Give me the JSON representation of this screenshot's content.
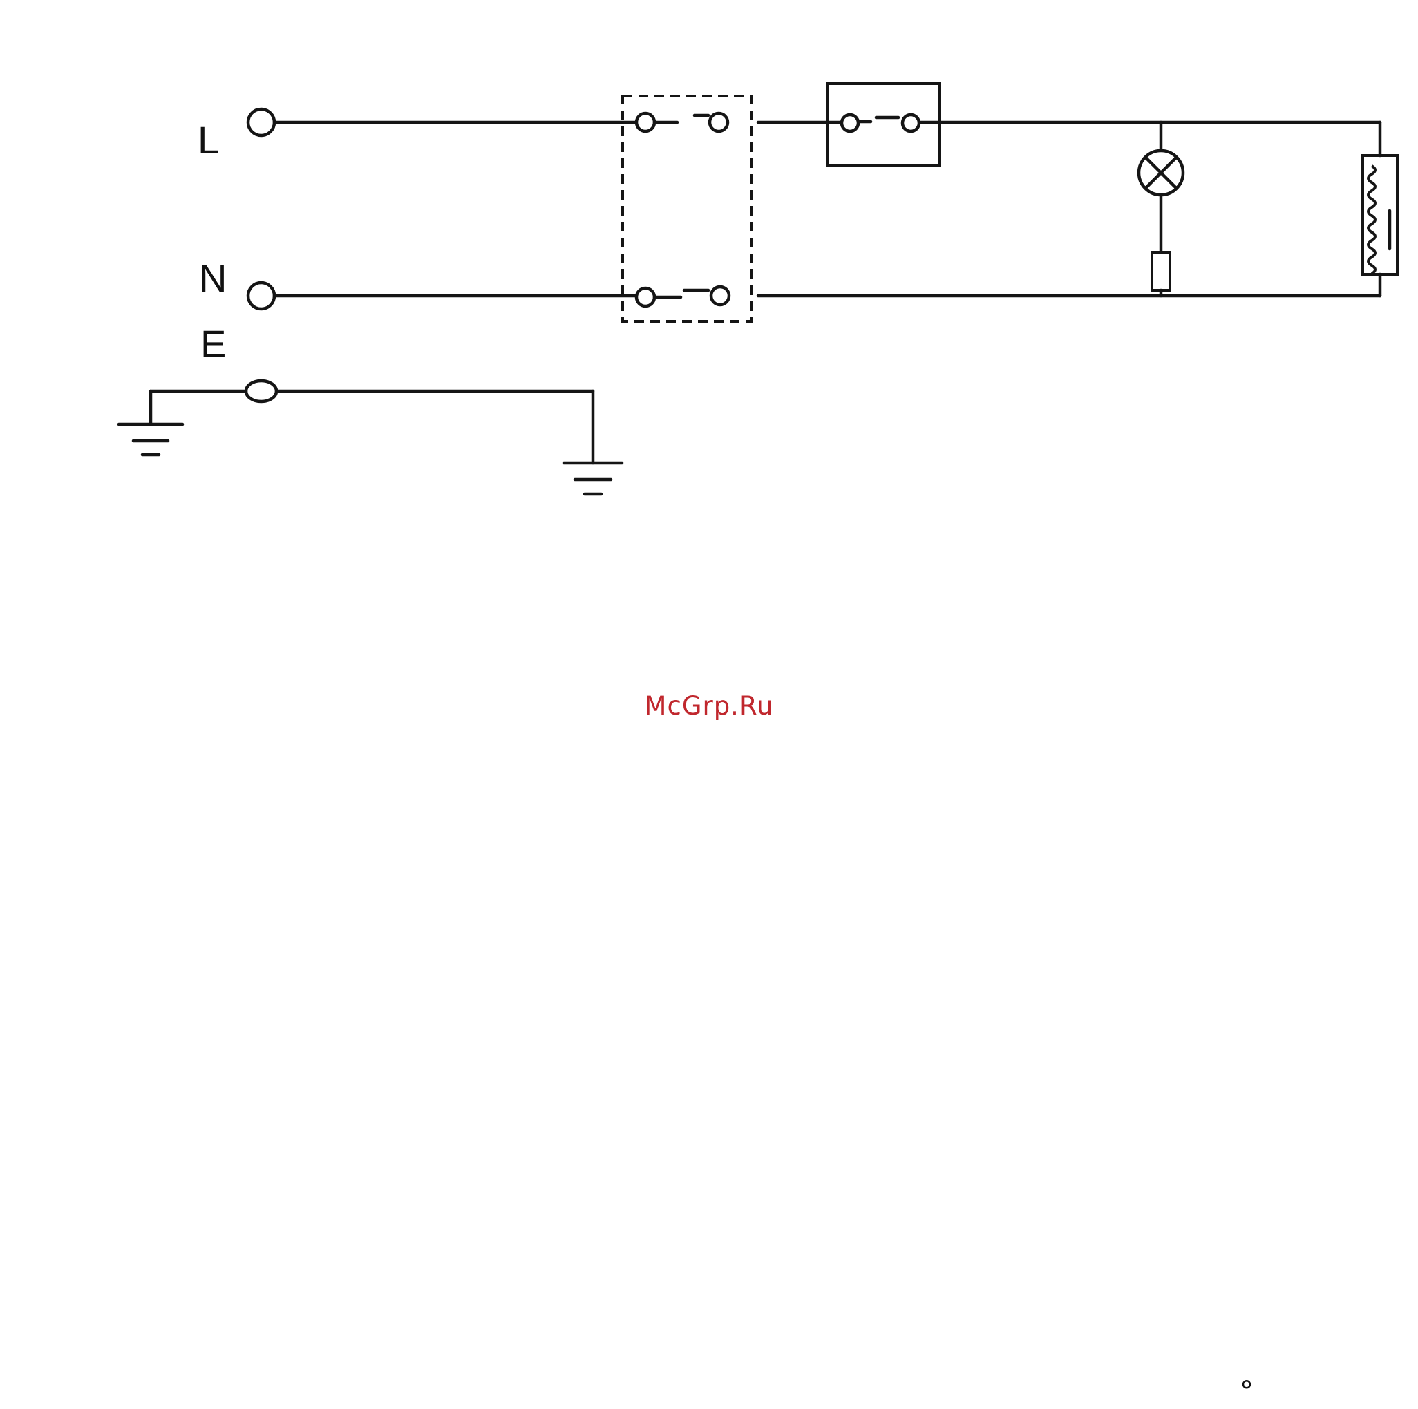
{
  "diagram": {
    "terminals": {
      "line_label": "L",
      "neutral_label": "N",
      "earth_label": "E"
    }
  },
  "watermark": {
    "text": "McGrp.Ru",
    "color": "#c0272d"
  },
  "page_mark": "°",
  "colors": {
    "ink": "#151515",
    "background": "#ffffff"
  }
}
